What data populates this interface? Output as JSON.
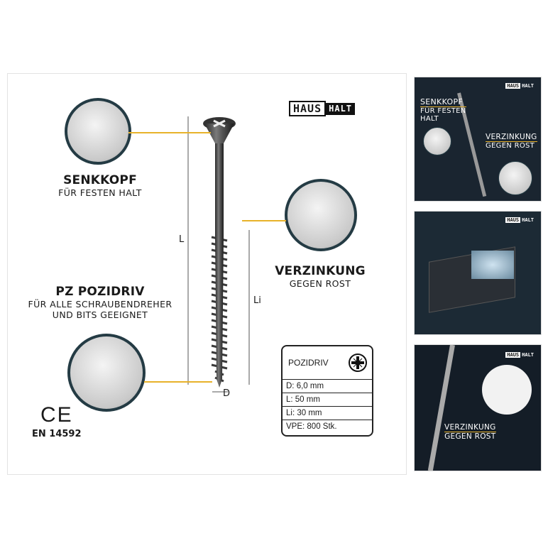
{
  "brand": {
    "logo_part1": "HAUS",
    "logo_part2": "HALT"
  },
  "features": {
    "senkkopf": {
      "title": "SENKKOPF",
      "subtitle": "FÜR FESTEN HALT"
    },
    "verzinkung": {
      "title": "VERZINKUNG",
      "subtitle": "GEGEN ROST"
    },
    "pozidriv": {
      "title": "PZ POZIDRIV",
      "subtitle_line1": "FÜR ALLE SCHRAUBENDREHER",
      "subtitle_line2": "UND BITS GEEIGNET"
    }
  },
  "dimensions": {
    "L": "L",
    "Li": "Li",
    "D": "D"
  },
  "certification": {
    "mark": "CE",
    "standard": "EN 14592"
  },
  "spec_table": {
    "header": "POZIDRIV",
    "icon": "pozidriv-cross-icon",
    "rows": [
      "D: 6,0 mm",
      "L: 50 mm",
      "Li: 30 mm",
      "VPE: 800 Stk."
    ]
  },
  "thumbnails": [
    {
      "title1": "SENKKOPF",
      "sub1_line1": "FÜR FESTEN",
      "sub1_line2": "HALT",
      "title2": "VERZINKUNG",
      "sub2": "GEGEN ROST",
      "logo1": "HAUS",
      "logo2": "HALT"
    },
    {
      "logo1": "HAUS",
      "logo2": "HALT"
    },
    {
      "title": "VERZINKUNG",
      "sub": "GEGEN ROST",
      "logo1": "HAUS",
      "logo2": "HALT"
    }
  ],
  "colors": {
    "accent": "#e8b22a",
    "dark_bg": "#1a2530",
    "ring": "#243b44"
  }
}
